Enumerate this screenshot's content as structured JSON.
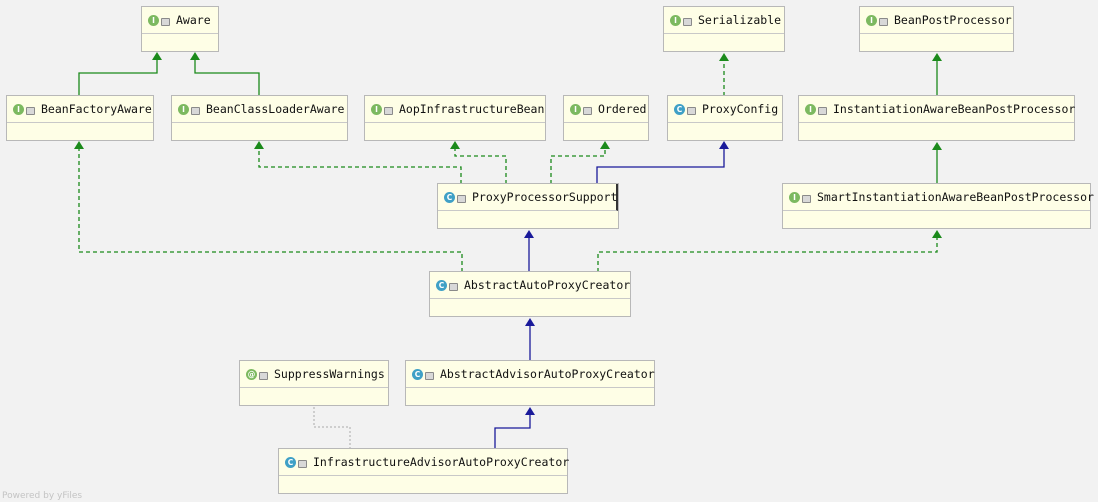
{
  "nodes": {
    "aware": {
      "label": "Aware",
      "kind": "I"
    },
    "serializable": {
      "label": "Serializable",
      "kind": "I"
    },
    "bean_post_processor": {
      "label": "BeanPostProcessor",
      "kind": "I"
    },
    "bean_factory_aware": {
      "label": "BeanFactoryAware",
      "kind": "I"
    },
    "bean_class_loader_aware": {
      "label": "BeanClassLoaderAware",
      "kind": "I"
    },
    "aop_infrastructure_bean": {
      "label": "AopInfrastructureBean",
      "kind": "I"
    },
    "ordered": {
      "label": "Ordered",
      "kind": "I"
    },
    "proxy_config": {
      "label": "ProxyConfig",
      "kind": "C"
    },
    "instantiation_aware_bpp": {
      "label": "InstantiationAwareBeanPostProcessor",
      "kind": "I"
    },
    "proxy_processor_support": {
      "label": "ProxyProcessorSupport",
      "kind": "C"
    },
    "smart_instantiation_aware_bpp": {
      "label": "SmartInstantiationAwareBeanPostProcessor",
      "kind": "I"
    },
    "abstract_auto_proxy_creator": {
      "label": "AbstractAutoProxyCreator",
      "kind": "C"
    },
    "suppress_warnings": {
      "label": "SuppressWarnings",
      "kind": "@"
    },
    "abstract_advisor_auto_proxy_creator": {
      "label": "AbstractAdvisorAutoProxyCreator",
      "kind": "C"
    },
    "infrastructure_advisor_auto_proxy_creator": {
      "label": "InfrastructureAdvisorAutoProxyCreator",
      "kind": "C"
    }
  },
  "colors": {
    "implements": "#1b8a1b",
    "extends": "#1a1a9a",
    "annotation": "#aaaaaa",
    "node_fill": "#fefee6",
    "interface_badge": "#7cb960",
    "class_badge": "#3fa0c6"
  },
  "footer": "Powered by yFiles"
}
